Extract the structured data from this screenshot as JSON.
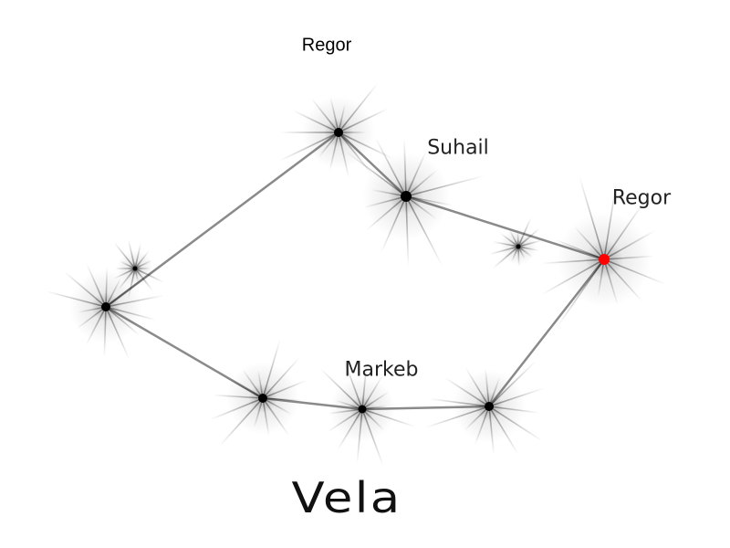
{
  "title": "Vela",
  "labels": {
    "regor_top": "Regor",
    "suhail": "Suhail",
    "regor_right": "Regor",
    "markeb": "Markeb"
  },
  "colors": {
    "line": "#8a8a8a",
    "star": "#000000",
    "highlight_star": "#ff0000"
  }
}
